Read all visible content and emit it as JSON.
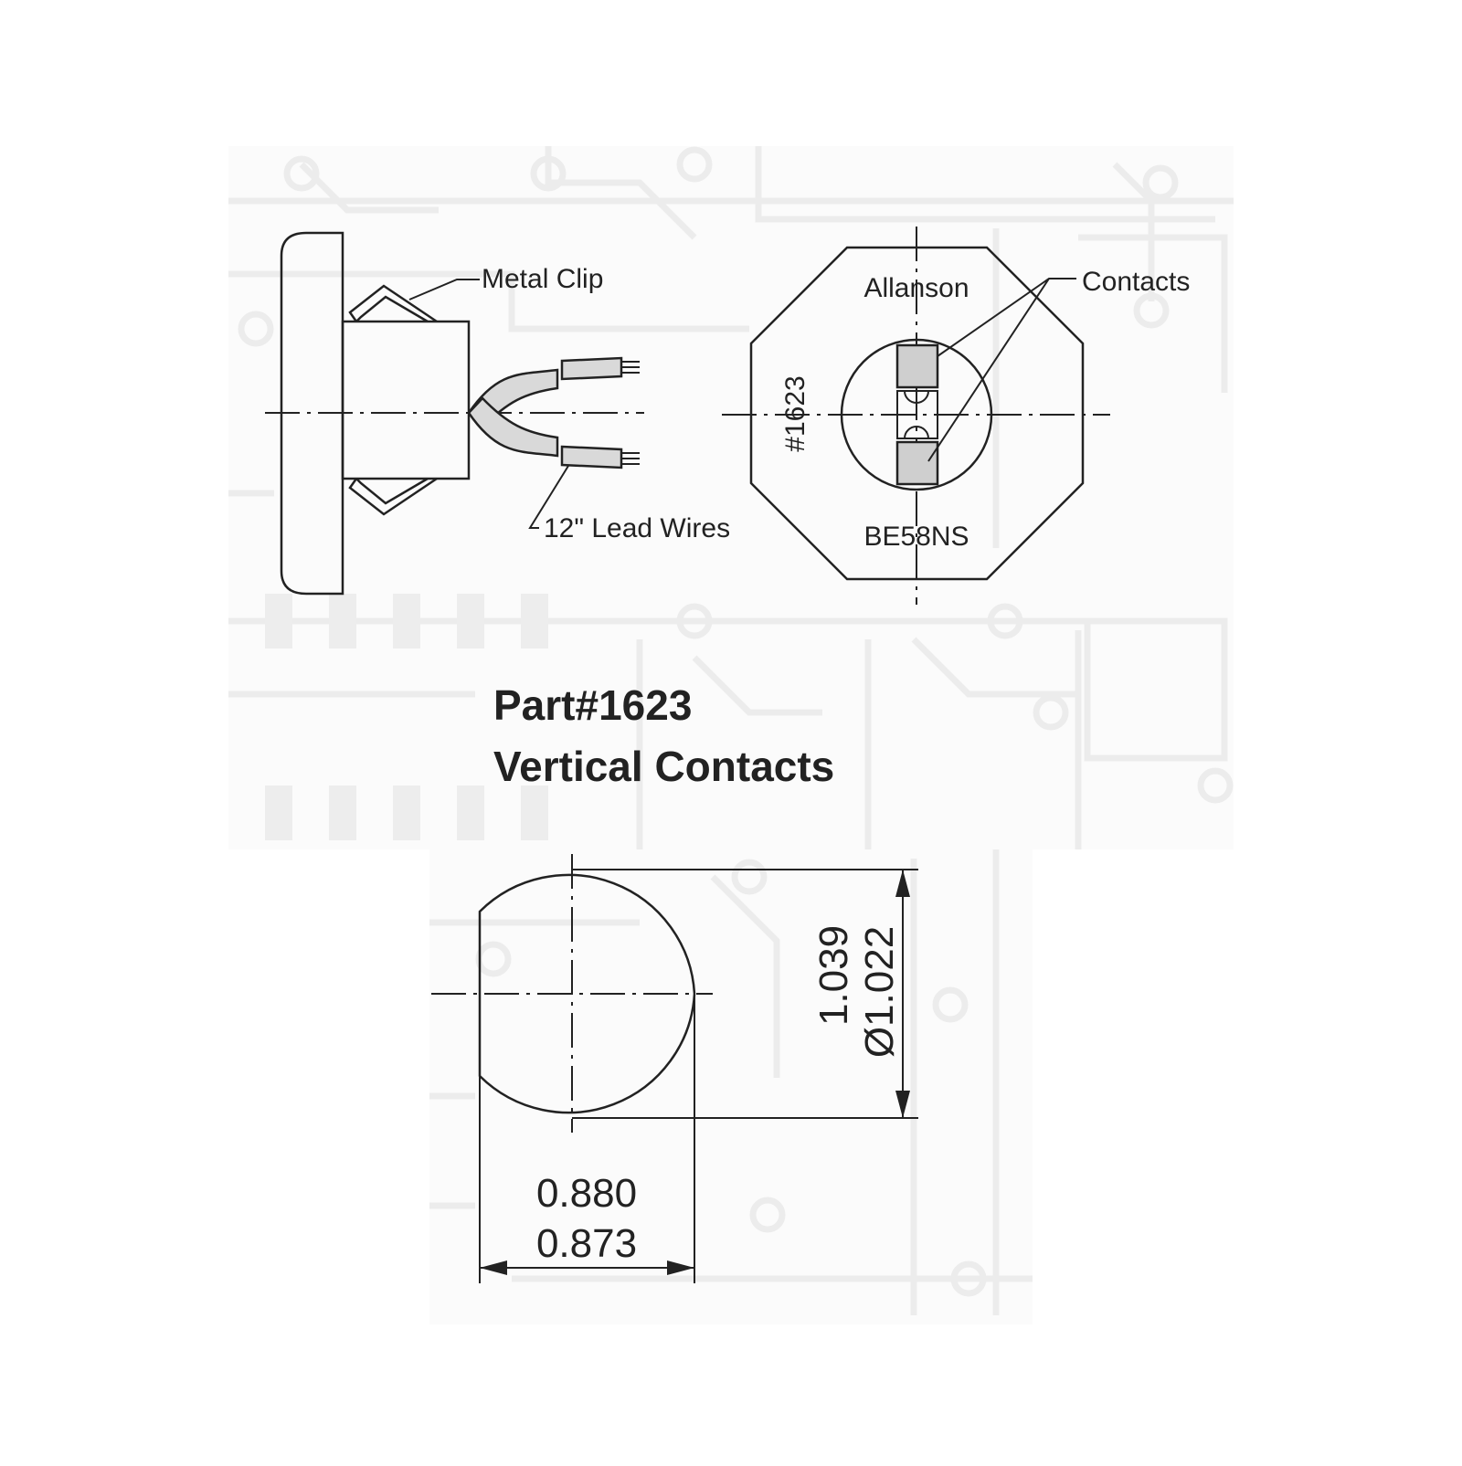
{
  "side_view": {
    "metal_clip_label": "Metal Clip",
    "lead_wires_label": "12\" Lead Wires"
  },
  "front_view": {
    "brand_text": "Allanson",
    "part_text": "#1623",
    "model_text": "BE58NS",
    "contacts_label": "Contacts"
  },
  "title": {
    "line1": "Part#1623",
    "line2": "Vertical Contacts"
  },
  "dimensions": {
    "height_max": "1.039",
    "diameter": "Ø1.022",
    "width_max": "0.880",
    "width_min": "0.873"
  }
}
